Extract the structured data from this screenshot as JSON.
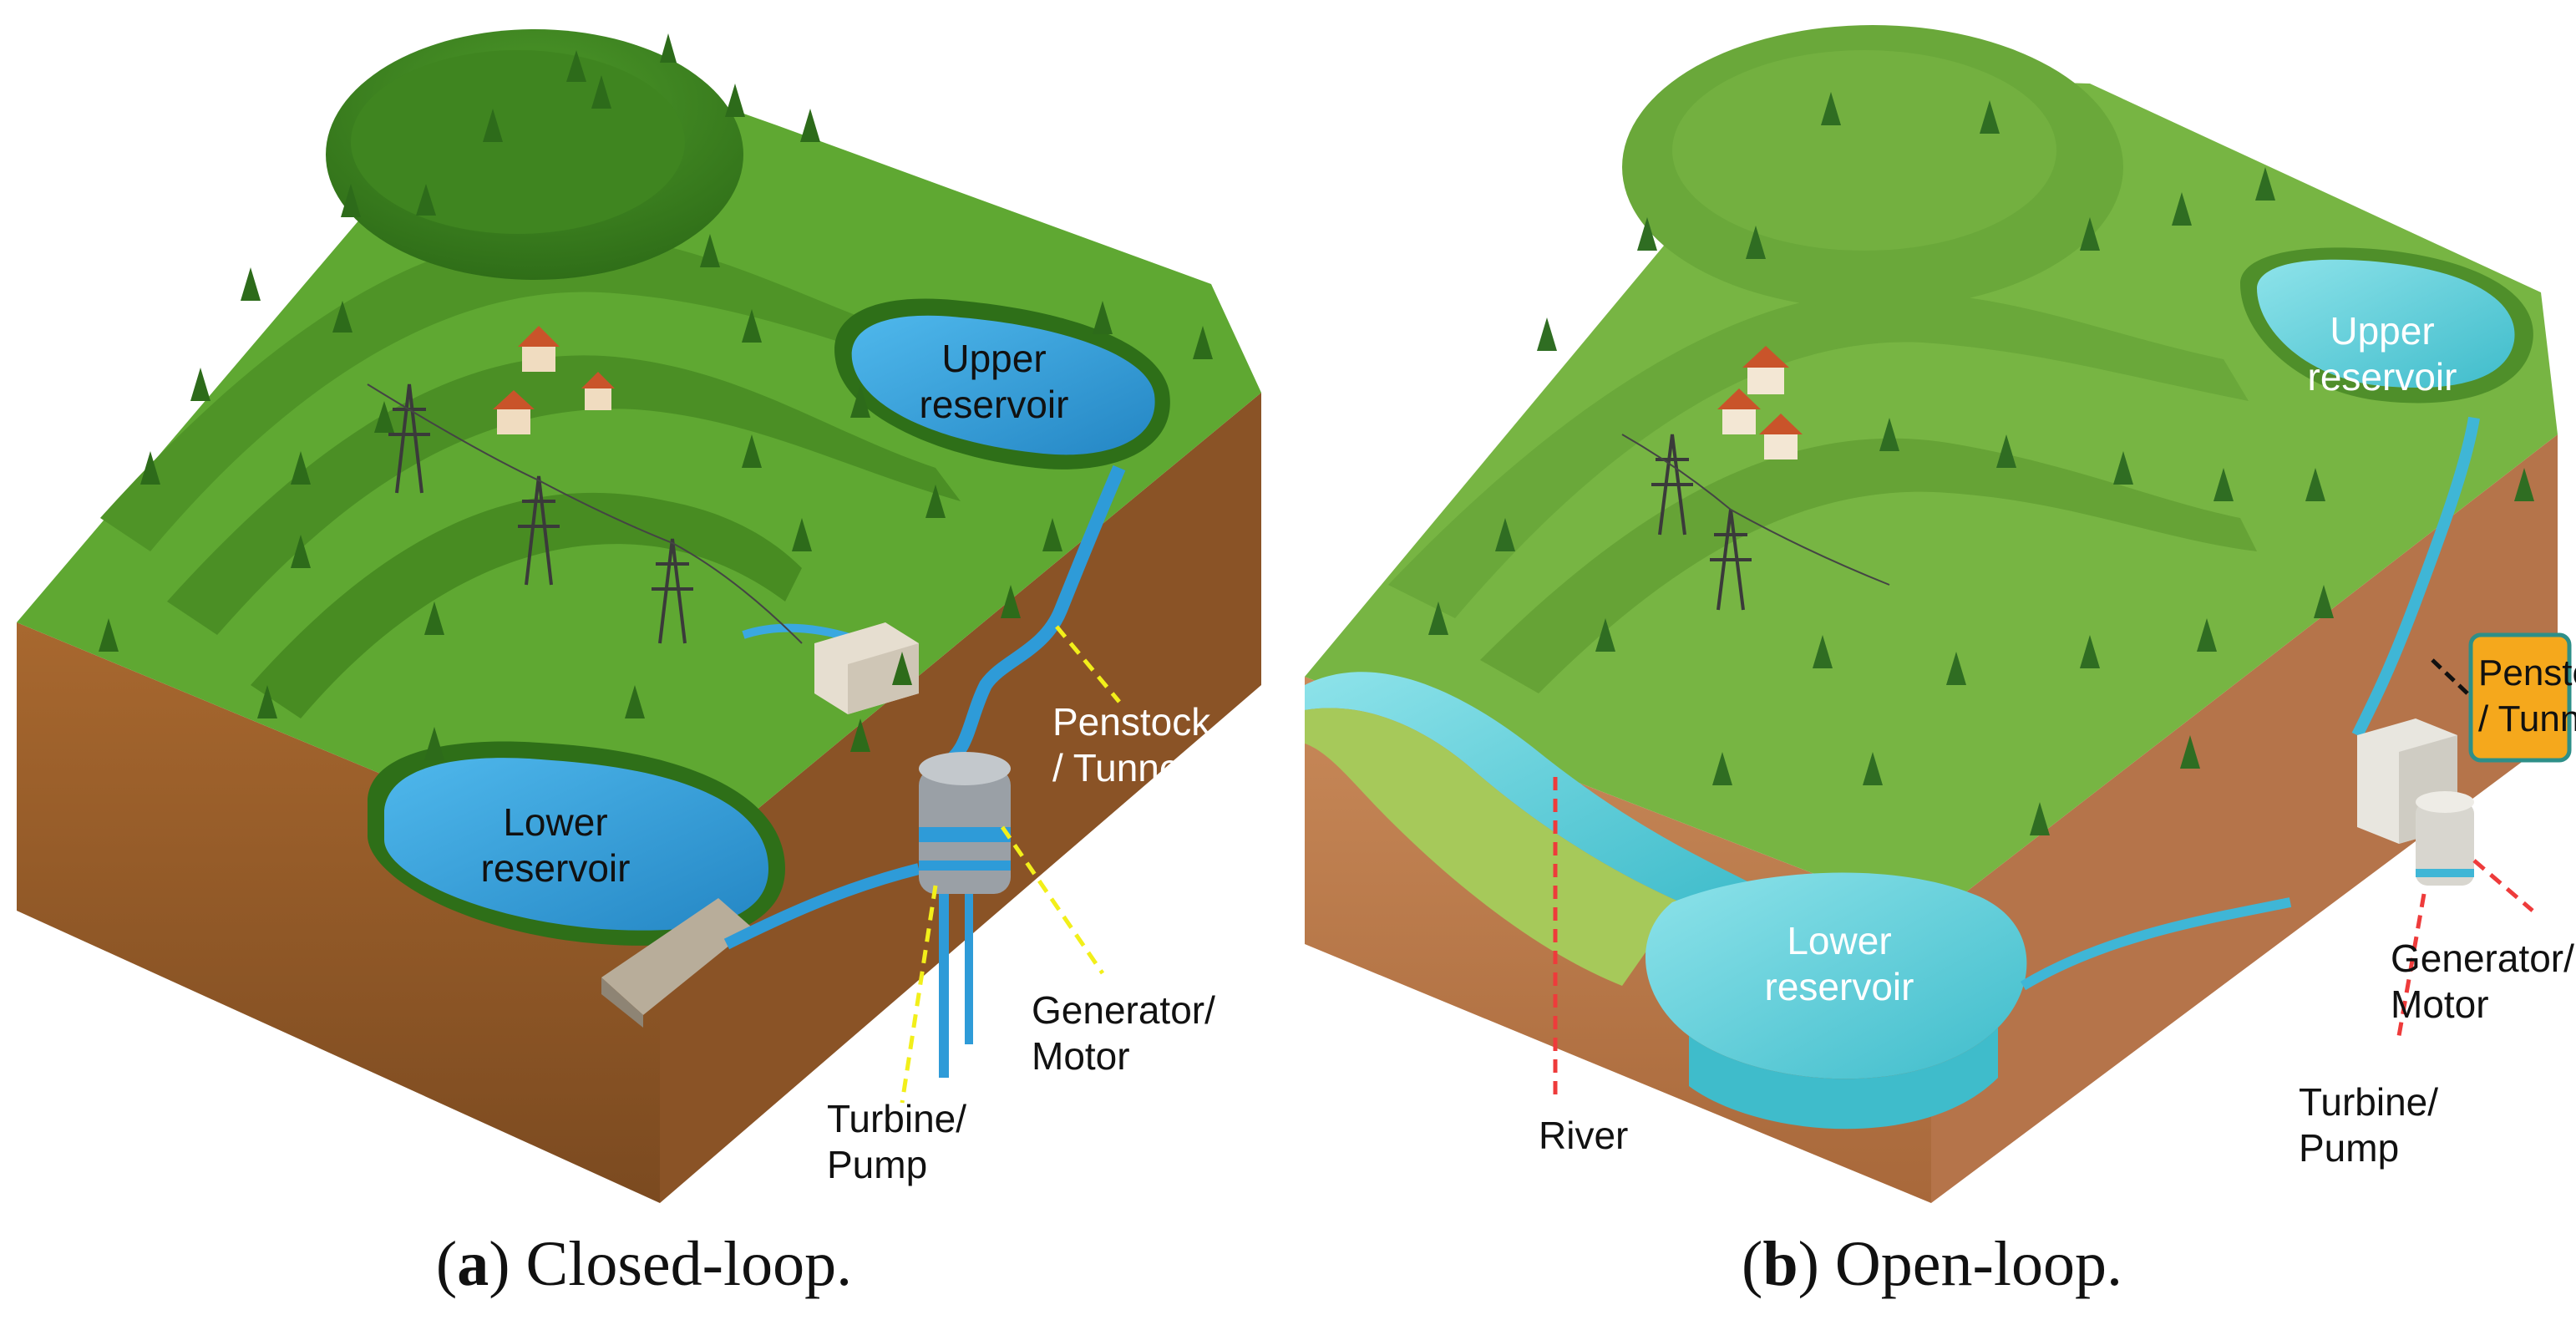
{
  "panel_a": {
    "caption_letter": "a",
    "caption_text": "Closed-loop.",
    "labels": {
      "upper_reservoir": [
        "Upper",
        "reservoir"
      ],
      "lower_reservoir": [
        "Lower",
        "reservoir"
      ],
      "penstock": [
        "Penstock",
        "/ Tunnel"
      ],
      "generator": [
        "Generator/",
        "Motor"
      ],
      "turbine": [
        "Turbine/",
        "Pump"
      ]
    },
    "leader_color": "#f2ef1a"
  },
  "panel_b": {
    "caption_letter": "b",
    "caption_text": "Open-loop.",
    "labels": {
      "upper_reservoir": [
        "Upper",
        "reservoir"
      ],
      "lower_reservoir": [
        "Lower",
        "reservoir"
      ],
      "penstock": [
        "Penstock",
        "/ Tunnel"
      ],
      "generator": [
        "Generator/",
        "Motor"
      ],
      "turbine": [
        "Turbine/",
        "Pump"
      ],
      "river": [
        "River"
      ]
    },
    "leader_color": "#ee3b3b",
    "penstock_box_color": "#f5a81c"
  },
  "colors": {
    "grass": "#5aa02c",
    "grass_dark": "#3d7d1c",
    "soil": "#9a6030",
    "soil_dark": "#7a4a22",
    "water_a": "#3aa3dc",
    "water_b": "#5ccfd8"
  }
}
